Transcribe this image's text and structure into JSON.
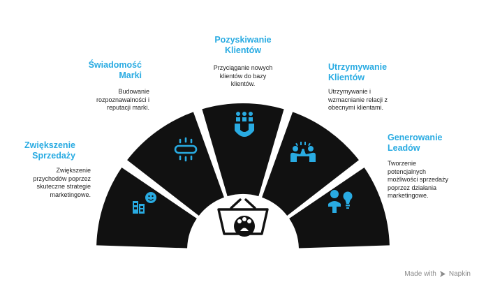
{
  "colors": {
    "accent": "#29abe2",
    "segment": "#111111",
    "text": "#222222"
  },
  "segments": [
    {
      "title_lines": [
        "Zwiększenie",
        "Sprzedaży"
      ],
      "desc_lines": [
        "Zwiększenie",
        "przychodów poprzez",
        "skuteczne strategie",
        "marketingowe."
      ],
      "icon": "building-smiley-icon"
    },
    {
      "title_lines": [
        "Świadomość",
        "Marki"
      ],
      "desc_lines": [
        "Budowanie",
        "rozpoznawalności i",
        "reputacji marki."
      ],
      "icon": "lightbar-icon"
    },
    {
      "title_lines": [
        "Pozyskiwanie",
        "Klientów"
      ],
      "desc_lines": [
        "Przyciąganie nowych",
        "klientów do bazy",
        "klientów."
      ],
      "icon": "magnet-people-icon"
    },
    {
      "title_lines": [
        "Utrzymywanie",
        "Klientów"
      ],
      "desc_lines": [
        "Utrzymywanie i",
        "wzmacnianie relacji z",
        "obecnymi klientami."
      ],
      "icon": "high-five-icon"
    },
    {
      "title_lines": [
        "Generowanie",
        "Leadów"
      ],
      "desc_lines": [
        "Tworzenie",
        "potencjalnych",
        "możliwości sprzedaży",
        "poprzez działania",
        "marketingowe."
      ],
      "icon": "person-bulb-icon"
    }
  ],
  "center_icon": "basket-paw-icon",
  "footer": {
    "made_with": "Made with",
    "brand": "Napkin"
  }
}
